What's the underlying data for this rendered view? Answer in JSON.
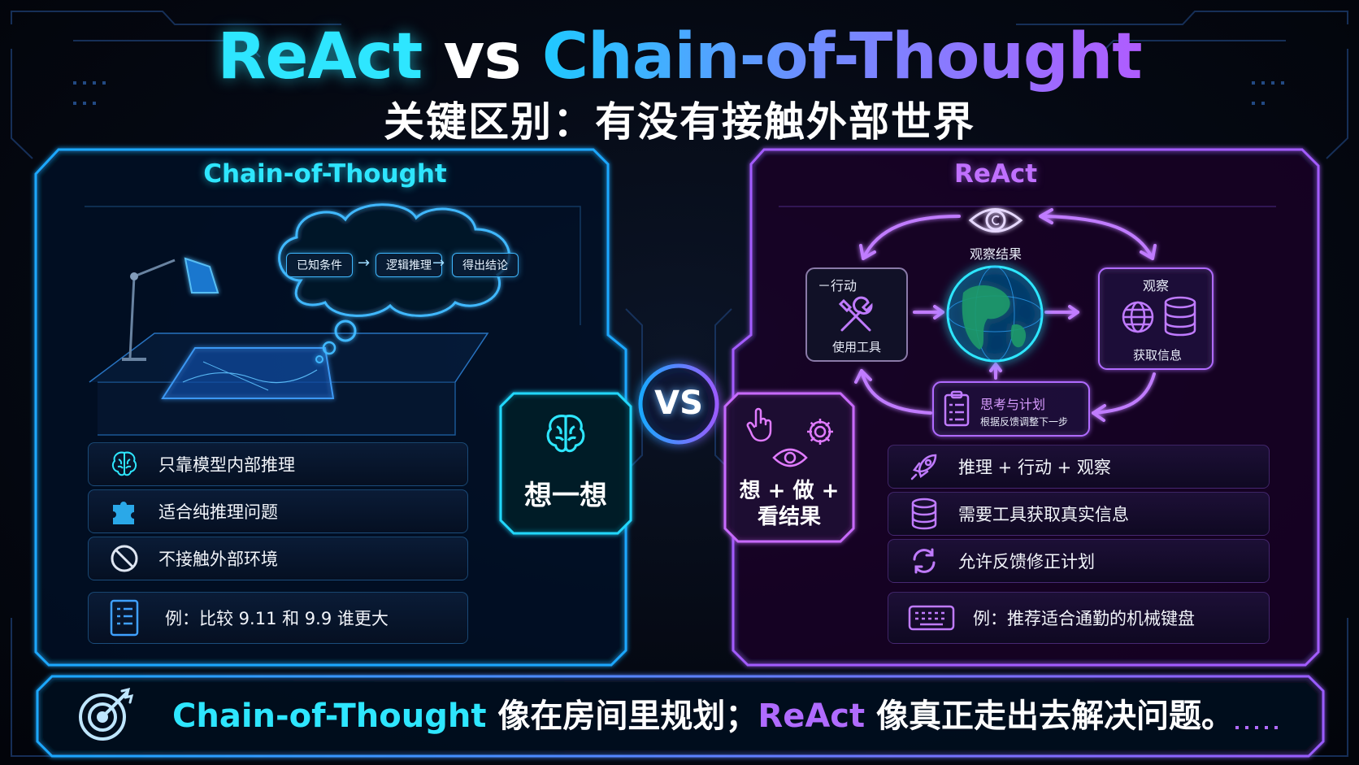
{
  "header": {
    "title_react": "ReAct",
    "title_vs": "vs",
    "title_cot": "Chain-of-Thought",
    "subtitle": "关键区别：有没有接触外部世界"
  },
  "cot_panel": {
    "title": "Chain-of-Thought",
    "thought_chips": [
      "已知条件",
      "逻辑推理",
      "得出结论"
    ],
    "think_badge": "想一想",
    "items": [
      {
        "icon": "brain-icon",
        "label": "只靠模型内部推理"
      },
      {
        "icon": "puzzle-icon",
        "label": "适合纯推理问题"
      },
      {
        "icon": "no-entry-icon",
        "label": "不接触外部环境"
      }
    ],
    "example": {
      "icon": "checklist-icon",
      "label": "例：比较 9.11 和 9.9 谁更大"
    }
  },
  "vs_badge": "VS",
  "react_panel": {
    "title": "ReAct",
    "cycle": {
      "observe_result": "观察结果",
      "action_title": "－行动",
      "action_sub": "使用工具",
      "observe_title": "观察",
      "observe_sub": "获取信息",
      "think_title": "思考与计划",
      "think_sub": "根据反馈调整下一步"
    },
    "do_badge": {
      "line1": "想 + 做 +",
      "line2": "看结果"
    },
    "items": [
      {
        "icon": "rocket-icon",
        "label": "推理 + 行动 + 观察"
      },
      {
        "icon": "database-icon",
        "label": "需要工具获取真实信息"
      },
      {
        "icon": "refresh-icon",
        "label": "允许反馈修正计划"
      }
    ],
    "example": {
      "icon": "keyboard-icon",
      "label": "例：推荐适合通勤的机械键盘"
    }
  },
  "footer": {
    "cot": "Chain-of-Thought",
    "cot_desc": " 像在房间里规划；",
    "react": "ReAct",
    "react_desc": " 像真正走出去解决问题。"
  },
  "colors": {
    "cyan": "#2ee6ff",
    "blue": "#3fb8ff",
    "purple": "#b06bff",
    "magenta": "#d86bff"
  }
}
